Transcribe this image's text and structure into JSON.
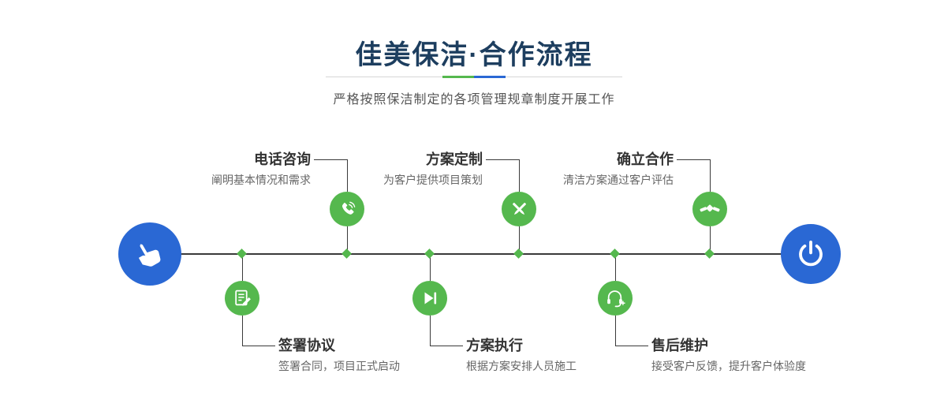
{
  "header": {
    "title": "佳美保洁·合作流程",
    "subtitle": "严格按照保洁制定的各项管理规章制度开展工作"
  },
  "flow": {
    "start": {
      "icon": "hand-pointer-icon"
    },
    "end": {
      "icon": "power-icon"
    },
    "top_steps": [
      {
        "title": "电话咨询",
        "desc": "阐明基本情况和需求",
        "icon": "phone-icon"
      },
      {
        "title": "方案定制",
        "desc": "为客户提供项目策划",
        "icon": "design-pencils-icon"
      },
      {
        "title": "确立合作",
        "desc": "清洁方案通过客户评估",
        "icon": "handshake-icon"
      }
    ],
    "bottom_steps": [
      {
        "title": "签署协议",
        "desc": "签署合同，项目正式启动",
        "icon": "sign-contract-icon"
      },
      {
        "title": "方案执行",
        "desc": "根据方案安排人员施工",
        "icon": "play-execute-icon"
      },
      {
        "title": "售后维护",
        "desc": "接受客户反馈，提升客户体验度",
        "icon": "headset-support-icon"
      }
    ]
  },
  "colors": {
    "accent_green": "#55b84e",
    "accent_blue": "#2a68d4",
    "title_navy": "#1d3e5f",
    "line": "#3a3a3a"
  }
}
